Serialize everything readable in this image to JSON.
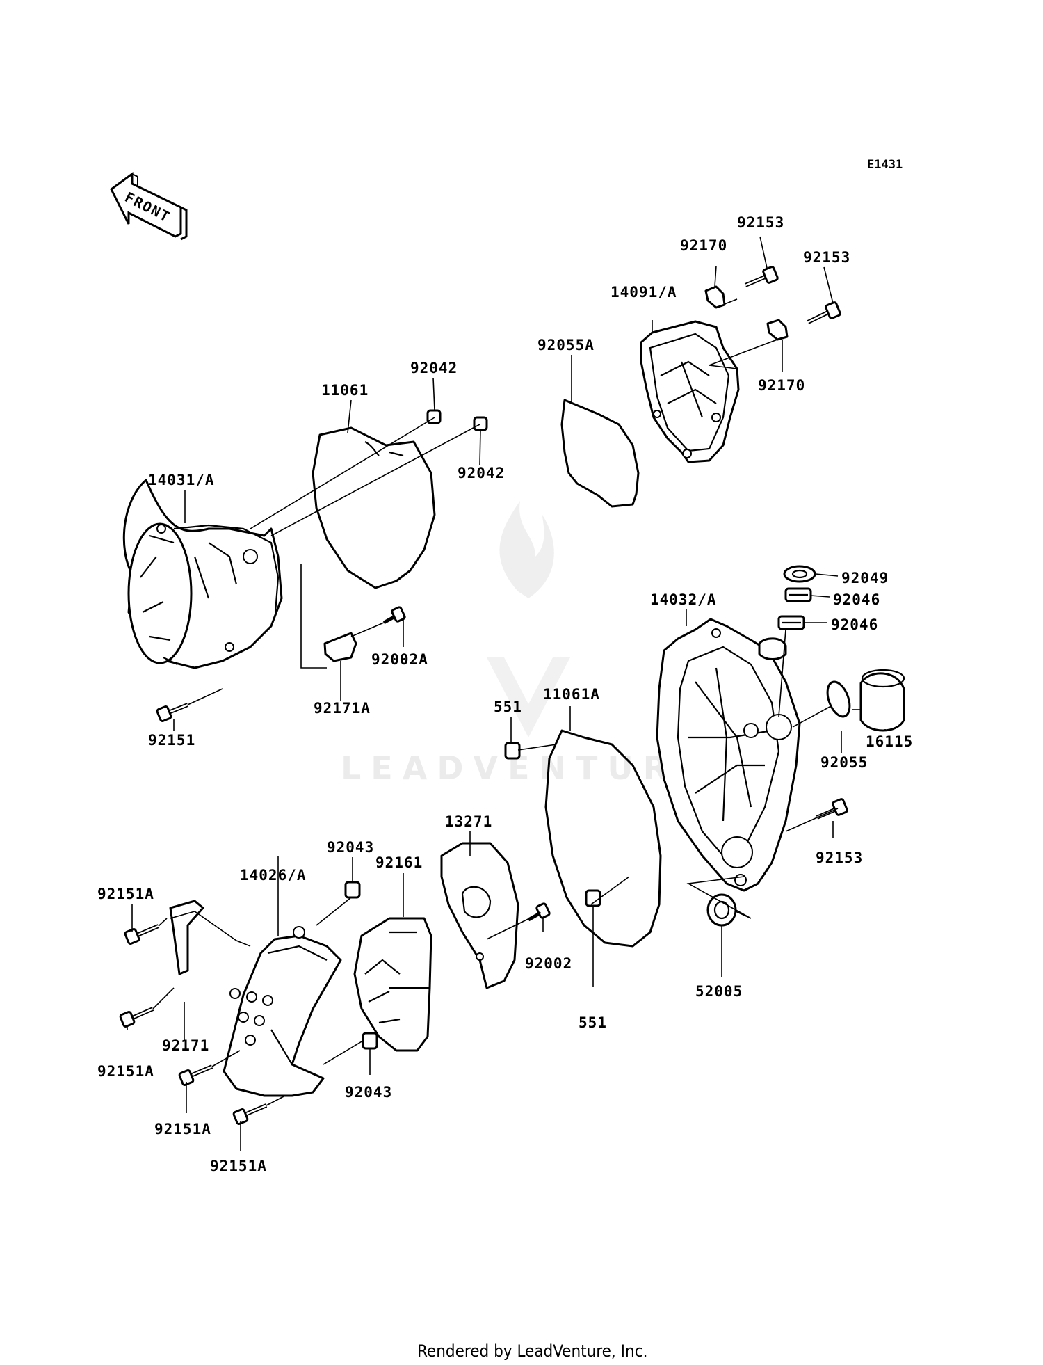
{
  "drawing": {
    "id": "E1431",
    "front_arrow_label": "FRONT",
    "watermark": "LEADVENTURE"
  },
  "parts": {
    "p92153a": "92153",
    "p92170a": "92170",
    "p92153b": "92153",
    "p14091": "14091/A",
    "p92055a": "92055A",
    "p92170b": "92170",
    "p92042a": "92042",
    "p11061": "11061",
    "p92042b": "92042",
    "p14031": "14031/A",
    "p92002a": "92002A",
    "p92171a": "92171A",
    "p92151": "92151",
    "p92049": "92049",
    "p92046a": "92046",
    "p14032": "14032/A",
    "p92046b": "92046",
    "p11061a": "11061A",
    "p551a": "551",
    "p16115": "16115",
    "p92055": "92055",
    "p92153c": "92153",
    "p13271": "13271",
    "p92043a": "92043",
    "p92161": "92161",
    "p14026": "14026/A",
    "p92151a1": "92151A",
    "p92002": "92002",
    "p52005": "52005",
    "p551b": "551",
    "p92171": "92171",
    "p92151a2": "92151A",
    "p92043b": "92043",
    "p92151a3": "92151A",
    "p92151a4": "92151A"
  },
  "footer": "Rendered by LeadVenture, Inc."
}
